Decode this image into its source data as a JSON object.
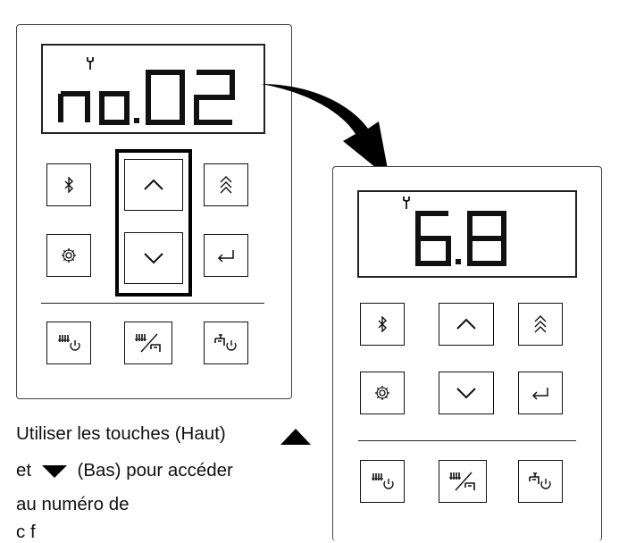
{
  "panel_before": {
    "display_value": "no.02",
    "keys": {
      "bluetooth": "bluetooth-icon",
      "up": "chevron-up-icon",
      "fast_up": "double-chevron-up-icon",
      "settings": "gear-icon",
      "down": "chevron-down-icon",
      "enter": "enter-icon",
      "heating_power": "radiator-power-icon",
      "heating_water": "radiator-tap-icon",
      "water_power": "tap-power-icon"
    }
  },
  "panel_after": {
    "display_value": "6.8"
  },
  "instruction": {
    "line1": "Utiliser les touches (Haut)",
    "line2_a": "et",
    "line2_b": "(Bas) pour accéder",
    "line3": "au numéro de",
    "line4": "c  f"
  },
  "colors": {
    "ink": "#111111",
    "border": "#444444"
  }
}
